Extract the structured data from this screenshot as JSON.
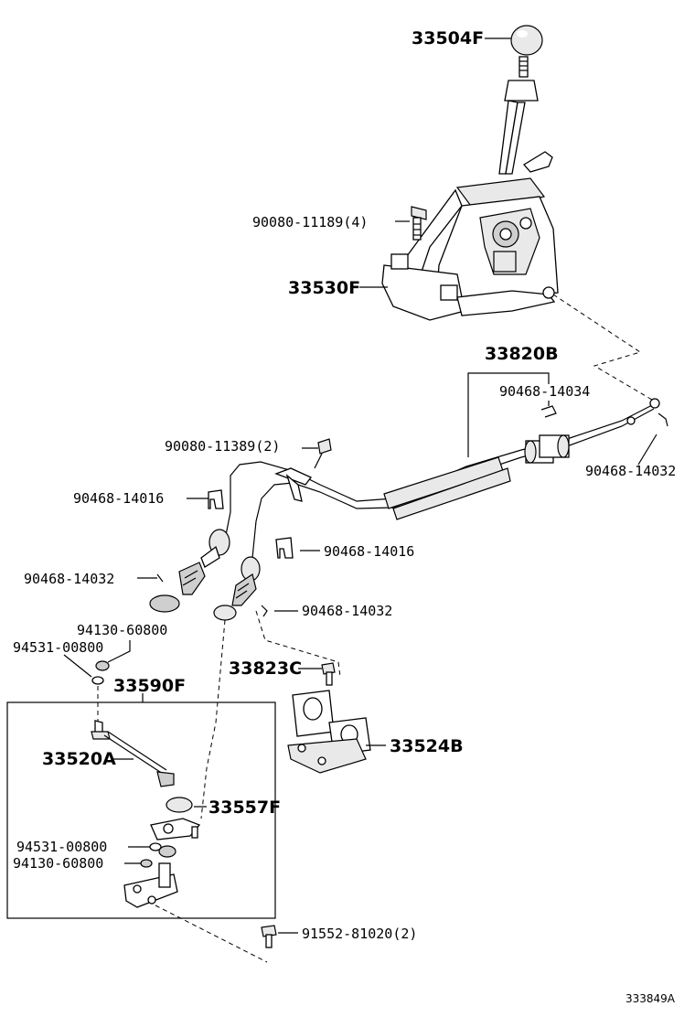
{
  "figure_id": "333849A",
  "labels": {
    "shift_knob": "33504F",
    "bolt_upper": "90080-11189(4)",
    "shift_lever_assy": "33530F",
    "cable_assy": "33820B",
    "clip_14034": "90468-14034",
    "clip_14032_right": "90468-14032",
    "bolt_cable": "90080-11389(2)",
    "clip_14016_left": "90468-14016",
    "clip_14016_mid": "90468-14016",
    "clip_14032_left": "90468-14032",
    "clip_14032_mid": "90468-14032",
    "nut_upper": "94130-60800",
    "washer_upper": "94531-00800",
    "bracket_bolt": "33823C",
    "cable_bracket": "33524B",
    "lever_sub_assy": "33590F",
    "control_rod": "33520A",
    "bushing": "33557F",
    "washer_lower": "94531-00800",
    "nut_lower": "94130-60800",
    "bolt_lower": "91552-81020(2)"
  }
}
